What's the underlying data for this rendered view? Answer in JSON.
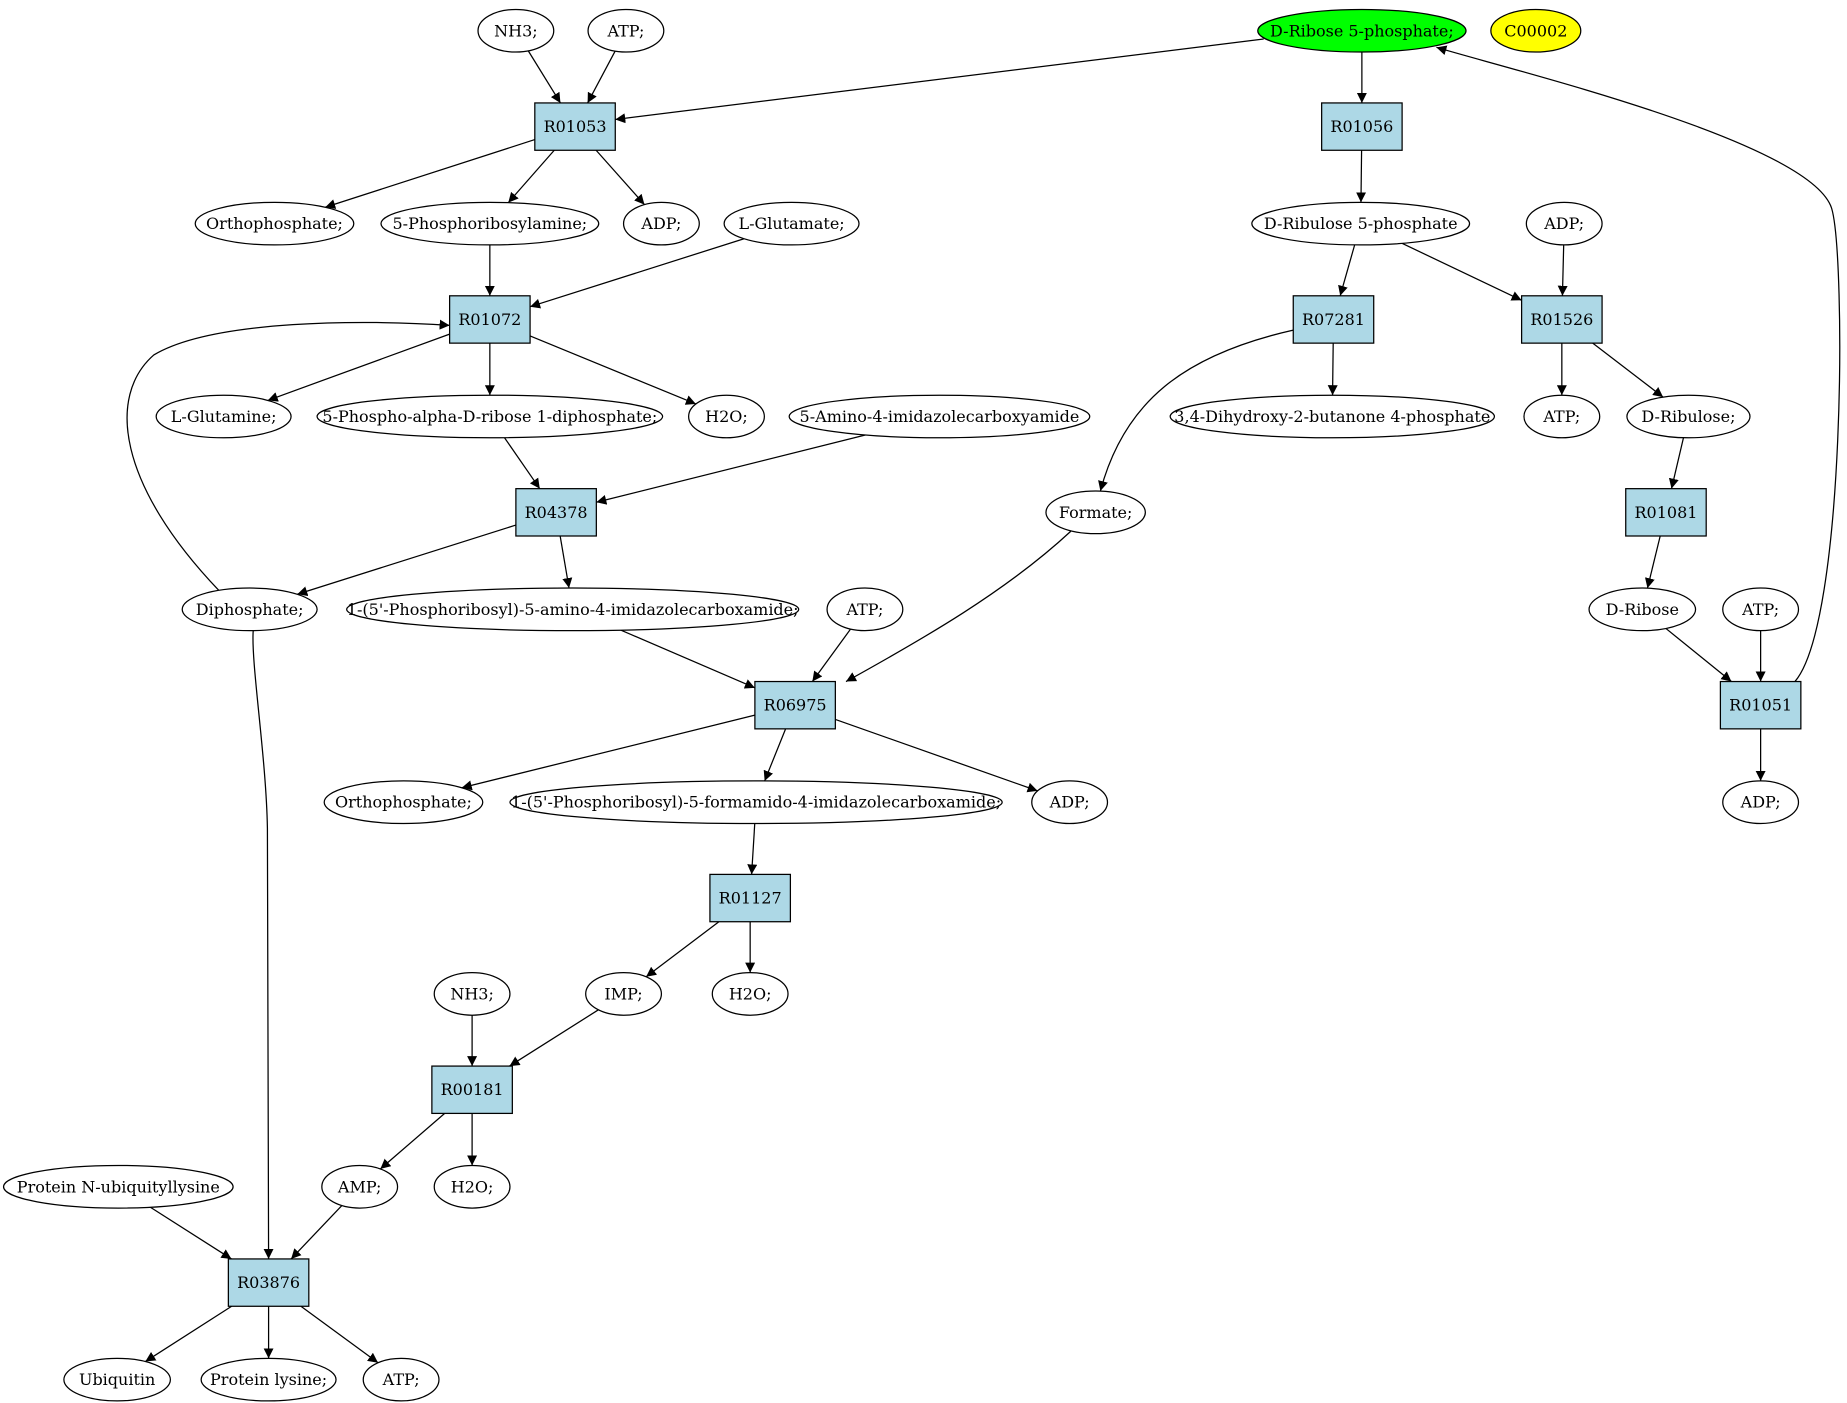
{
  "colors": {
    "reaction_fill": "#add8e6",
    "highlight_green": "#00ff00",
    "highlight_yellow": "#ffff00",
    "stroke": "#000000",
    "background": "#ffffff"
  },
  "compounds": [
    {
      "id": "c_nh3_a",
      "label": "NH3;"
    },
    {
      "id": "c_atp_a",
      "label": "ATP;"
    },
    {
      "id": "c_r5p",
      "label": "D-Ribose 5-phosphate;",
      "fill": "#00ff00"
    },
    {
      "id": "c_c00002",
      "label": "C00002",
      "fill": "#ffff00"
    },
    {
      "id": "c_pi_a",
      "label": "Orthophosphate;"
    },
    {
      "id": "c_pra",
      "label": "5-Phosphoribosylamine;"
    },
    {
      "id": "c_adp_a",
      "label": "ADP;"
    },
    {
      "id": "c_glu",
      "label": "L-Glutamate;"
    },
    {
      "id": "c_ru5p",
      "label": "D-Ribulose 5-phosphate"
    },
    {
      "id": "c_adp_b",
      "label": "ADP;"
    },
    {
      "id": "c_gln",
      "label": "L-Glutamine;"
    },
    {
      "id": "c_prpp",
      "label": "5-Phospho-alpha-D-ribose 1-diphosphate;"
    },
    {
      "id": "c_h2o_a",
      "label": "H2O;"
    },
    {
      "id": "c_aica",
      "label": "5-Amino-4-imidazolecarboxyamide"
    },
    {
      "id": "c_dhbp",
      "label": "3,4-Dihydroxy-2-butanone 4-phosphate"
    },
    {
      "id": "c_atp_b",
      "label": "ATP;"
    },
    {
      "id": "c_ribulose",
      "label": "D-Ribulose;"
    },
    {
      "id": "c_formate",
      "label": "Formate;"
    },
    {
      "id": "c_ppi",
      "label": "Diphosphate;"
    },
    {
      "id": "c_aicar",
      "label": "1-(5'-Phosphoribosyl)-5-amino-4-imidazolecarboxamide;"
    },
    {
      "id": "c_atp_c",
      "label": "ATP;"
    },
    {
      "id": "c_ribose",
      "label": "D-Ribose"
    },
    {
      "id": "c_atp_d",
      "label": "ATP;"
    },
    {
      "id": "c_pi_b",
      "label": "Orthophosphate;"
    },
    {
      "id": "c_faicar",
      "label": "1-(5'-Phosphoribosyl)-5-formamido-4-imidazolecarboxamide;"
    },
    {
      "id": "c_adp_c",
      "label": "ADP;"
    },
    {
      "id": "c_adp_d",
      "label": "ADP;"
    },
    {
      "id": "c_nh3_b",
      "label": "NH3;"
    },
    {
      "id": "c_imp",
      "label": "IMP;"
    },
    {
      "id": "c_h2o_b",
      "label": "H2O;"
    },
    {
      "id": "c_pnul",
      "label": "Protein N-ubiquityllysine"
    },
    {
      "id": "c_amp",
      "label": "AMP;"
    },
    {
      "id": "c_h2o_c",
      "label": "H2O;"
    },
    {
      "id": "c_ubq",
      "label": "Ubiquitin"
    },
    {
      "id": "c_plys",
      "label": "Protein lysine;"
    },
    {
      "id": "c_atp_e",
      "label": "ATP;"
    }
  ],
  "reactions": [
    {
      "id": "r01053",
      "label": "R01053"
    },
    {
      "id": "r01056",
      "label": "R01056"
    },
    {
      "id": "r01072",
      "label": "R01072"
    },
    {
      "id": "r07281",
      "label": "R07281"
    },
    {
      "id": "r01526",
      "label": "R01526"
    },
    {
      "id": "r04378",
      "label": "R04378"
    },
    {
      "id": "r01081",
      "label": "R01081"
    },
    {
      "id": "r06975",
      "label": "R06975"
    },
    {
      "id": "r01051",
      "label": "R01051"
    },
    {
      "id": "r01127",
      "label": "R01127"
    },
    {
      "id": "r00181",
      "label": "R00181"
    },
    {
      "id": "r03876",
      "label": "R03876"
    }
  ],
  "edges": [
    {
      "from": "c_nh3_a",
      "to": "r01053"
    },
    {
      "from": "c_atp_a",
      "to": "r01053"
    },
    {
      "from": "c_r5p",
      "to": "r01053"
    },
    {
      "from": "r01053",
      "to": "c_pi_a"
    },
    {
      "from": "r01053",
      "to": "c_pra"
    },
    {
      "from": "r01053",
      "to": "c_adp_a"
    },
    {
      "from": "c_r5p",
      "to": "r01056"
    },
    {
      "from": "r01056",
      "to": "c_ru5p"
    },
    {
      "from": "c_pra",
      "to": "r01072"
    },
    {
      "from": "c_glu",
      "to": "r01072"
    },
    {
      "from": "c_ppi",
      "to": "r01072"
    },
    {
      "from": "r01072",
      "to": "c_gln"
    },
    {
      "from": "r01072",
      "to": "c_prpp"
    },
    {
      "from": "r01072",
      "to": "c_h2o_a"
    },
    {
      "from": "c_ru5p",
      "to": "r07281"
    },
    {
      "from": "c_ru5p",
      "to": "r01526"
    },
    {
      "from": "c_adp_b",
      "to": "r01526"
    },
    {
      "from": "r07281",
      "to": "c_dhbp"
    },
    {
      "from": "r07281",
      "to": "c_formate"
    },
    {
      "from": "r01526",
      "to": "c_atp_b"
    },
    {
      "from": "r01526",
      "to": "c_ribulose"
    },
    {
      "from": "c_prpp",
      "to": "r04378"
    },
    {
      "from": "c_aica",
      "to": "r04378"
    },
    {
      "from": "r04378",
      "to": "c_ppi"
    },
    {
      "from": "r04378",
      "to": "c_aicar"
    },
    {
      "from": "c_ribulose",
      "to": "r01081"
    },
    {
      "from": "r01081",
      "to": "c_ribose"
    },
    {
      "from": "c_aicar",
      "to": "r06975"
    },
    {
      "from": "c_atp_c",
      "to": "r06975"
    },
    {
      "from": "c_formate",
      "to": "r06975"
    },
    {
      "from": "r06975",
      "to": "c_pi_b"
    },
    {
      "from": "r06975",
      "to": "c_faicar"
    },
    {
      "from": "r06975",
      "to": "c_adp_c"
    },
    {
      "from": "c_ribose",
      "to": "r01051"
    },
    {
      "from": "c_atp_d",
      "to": "r01051"
    },
    {
      "from": "r01051",
      "to": "c_adp_d"
    },
    {
      "from": "r01051",
      "to": "c_r5p"
    },
    {
      "from": "c_faicar",
      "to": "r01127"
    },
    {
      "from": "r01127",
      "to": "c_imp"
    },
    {
      "from": "r01127",
      "to": "c_h2o_b"
    },
    {
      "from": "c_nh3_b",
      "to": "r00181"
    },
    {
      "from": "c_imp",
      "to": "r00181"
    },
    {
      "from": "r00181",
      "to": "c_amp"
    },
    {
      "from": "r00181",
      "to": "c_h2o_c"
    },
    {
      "from": "c_pnul",
      "to": "r03876"
    },
    {
      "from": "c_amp",
      "to": "r03876"
    },
    {
      "from": "c_ppi",
      "to": "r03876"
    },
    {
      "from": "r03876",
      "to": "c_ubq"
    },
    {
      "from": "r03876",
      "to": "c_plys"
    },
    {
      "from": "r03876",
      "to": "c_atp_e"
    }
  ]
}
